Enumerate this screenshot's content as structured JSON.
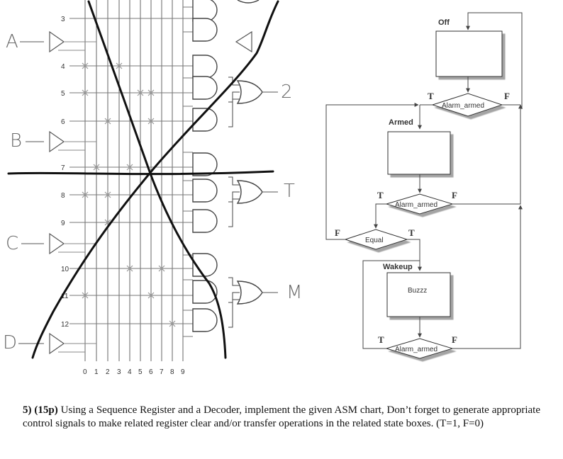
{
  "pla": {
    "row_numbers": [
      "3",
      "4",
      "5",
      "6",
      "7",
      "8",
      "9",
      "10",
      "11",
      "12"
    ],
    "column_numbers": [
      "0",
      "1",
      "2",
      "3",
      "4",
      "5",
      "6",
      "7",
      "8",
      "9"
    ],
    "input_labels": [
      "A",
      "B",
      "C",
      "D"
    ],
    "output_labels": [
      "2",
      "T",
      "M"
    ]
  },
  "asm": {
    "states": [
      {
        "name": "Off",
        "box_text": ""
      },
      {
        "name": "Armed",
        "box_text": ""
      },
      {
        "name": "Wakeup",
        "box_text": "Buzzz"
      }
    ],
    "decisions": [
      "Alarm_armed",
      "Alarm_armed",
      "Equal",
      "Alarm_armed"
    ],
    "true_label": "T",
    "false_label": "F"
  },
  "question": {
    "number": "5)",
    "points": "(15p)",
    "text": " Using a Sequence Register and a Decoder, implement the given ASM chart, Don’t forget to generate appropriate control signals to make related register clear and/or transfer operations in the related state boxes. (T=1, F=0)"
  }
}
